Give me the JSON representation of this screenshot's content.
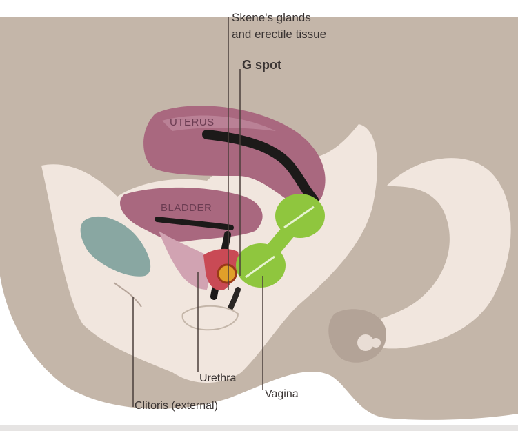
{
  "diagram": {
    "labels": {
      "skene_line1": "Skene's glands",
      "skene_line2": "and erectile tissue",
      "g_spot": "G spot",
      "uterus": "UTERUS",
      "bladder": "BLADDER",
      "urethra": "Urethra",
      "vagina": "Vagina",
      "clitoris": "Clitoris (external)"
    },
    "colors": {
      "body": "#c4b6a9",
      "inner_tissue": "#f1e6de",
      "organ": "#a9687f",
      "organ_light": "#d1a3b2",
      "canal": "#1c1a19",
      "balls": "#8fc63e",
      "gspot": "#e0a02a",
      "bone": "#89a7a2"
    }
  }
}
